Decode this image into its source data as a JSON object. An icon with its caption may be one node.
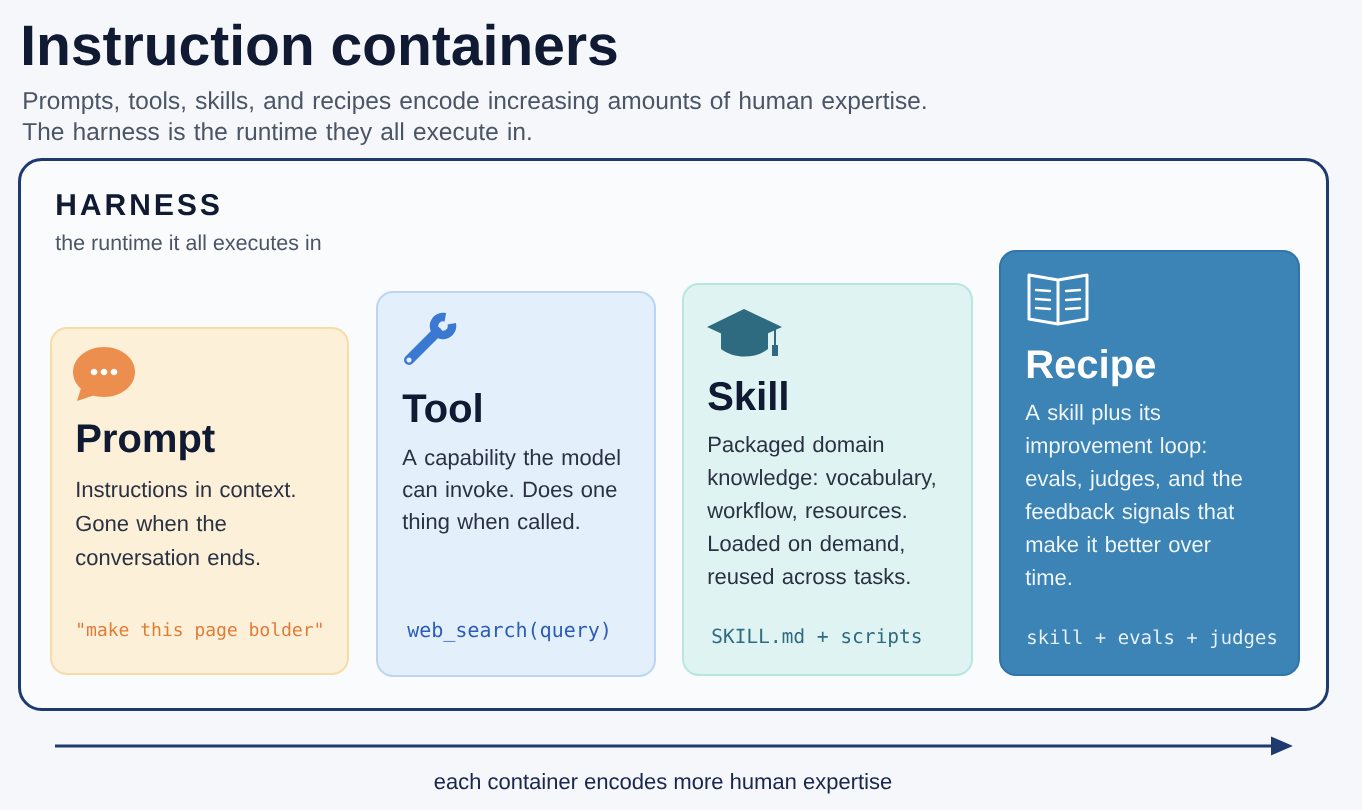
{
  "diagram": {
    "title": "Instruction containers",
    "nodes": [
      {
        "text": [
          "HARNESS",
          "the runtime it all executes in"
        ]
      },
      {
        "text": [
          "Prompt",
          "Instructions in context. Gone when the conversation ends.",
          "\"make this page bolder\""
        ],
        "in": 0
      },
      {
        "text": [
          "Tool",
          "A capability the model can invoke. Does one thing when called.",
          "web_search(query)"
        ],
        "in": 0
      },
      {
        "text": [
          "Skill",
          "Packaged domain knowledge: vocabulary, workflow, resources. Loaded on demand, reused across tasks.",
          "SKILL.md + scripts"
        ],
        "in": 0
      },
      {
        "text": [
          "Recipe",
          "A skill plus its improvement loop: evals, judges, and the feedback signals that make it better over time.",
          "skill + evals + judges"
        ],
        "in": 0
      }
    ],
    "labels": [
      "Prompts, tools, skills, and recipes encode increasing amounts of human expertise. The harness is the runtime they all execute in.",
      "each container encodes more human expertise"
    ]
  }
}
